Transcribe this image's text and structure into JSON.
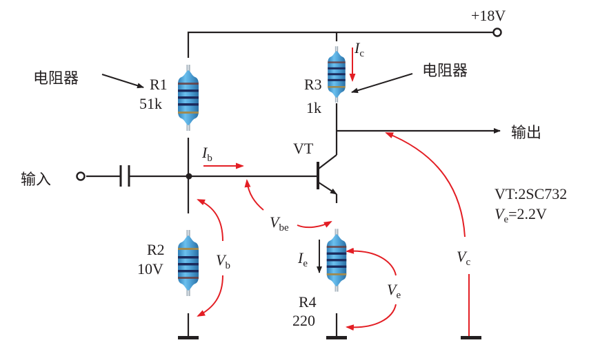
{
  "supply": {
    "label": "+18V"
  },
  "input": {
    "label": "输入"
  },
  "output": {
    "label": "输出"
  },
  "callouts": {
    "left": "电阻器",
    "right": "电阻器"
  },
  "resistors": [
    {
      "id": "R1",
      "name": "R1",
      "value": "51k"
    },
    {
      "id": "R2",
      "name": "R2",
      "value": "10V"
    },
    {
      "id": "R3",
      "name": "R3",
      "value": "1k"
    },
    {
      "id": "R4",
      "name": "R4",
      "value": "220"
    }
  ],
  "transistor": {
    "label": "VT",
    "part_note": "VT:2SC732"
  },
  "currents": {
    "ib": {
      "main": "I",
      "sub": "b"
    },
    "ic": {
      "main": "I",
      "sub": "c"
    },
    "ie": {
      "main": "I",
      "sub": "e"
    }
  },
  "voltages": {
    "vb": {
      "main": "V",
      "sub": "b"
    },
    "vbe": {
      "main": "V",
      "sub": "be"
    },
    "ve": {
      "main": "V",
      "sub": "e"
    },
    "vc": {
      "main": "V",
      "sub": "c"
    }
  },
  "note_ve": {
    "main": "V",
    "sub": "e",
    "rest": "=2.2V"
  },
  "colors": {
    "wire": "#231f20",
    "annotation": "#e31e24",
    "resistor_body": "#4fa3d8"
  }
}
